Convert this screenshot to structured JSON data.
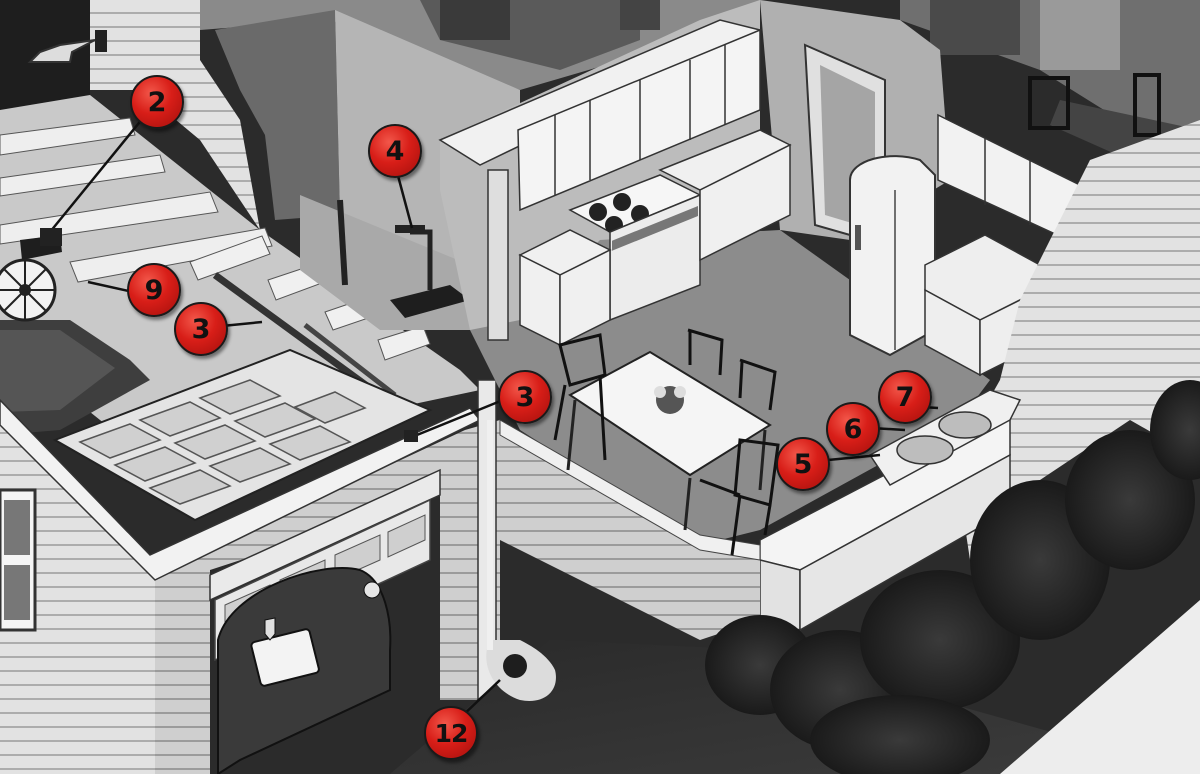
{
  "diagram": {
    "callouts": [
      {
        "id": "c2",
        "label": "2"
      },
      {
        "id": "c4",
        "label": "4"
      },
      {
        "id": "c9",
        "label": "9"
      },
      {
        "id": "c3a",
        "label": "3"
      },
      {
        "id": "c3b",
        "label": "3"
      },
      {
        "id": "c7",
        "label": "7"
      },
      {
        "id": "c6",
        "label": "6"
      },
      {
        "id": "c5",
        "label": "5"
      },
      {
        "id": "c12",
        "label": "12"
      }
    ]
  },
  "colors": {
    "callout_fill": "#d81e18",
    "callout_text": "#111111",
    "leader_line": "#111111"
  }
}
